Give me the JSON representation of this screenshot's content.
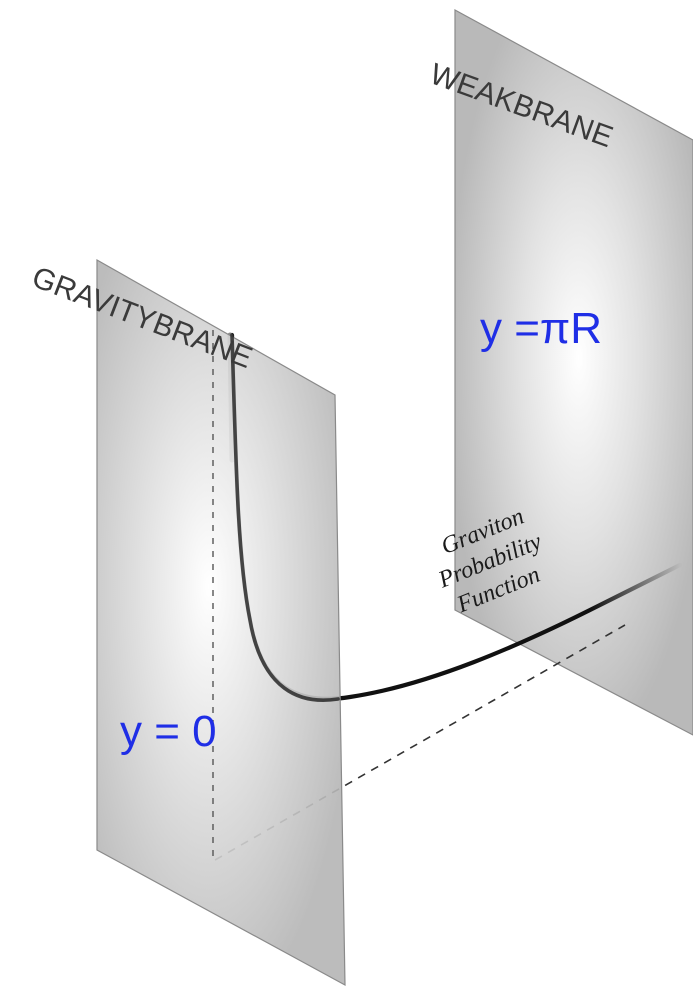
{
  "weak_brane": {
    "title": "WEAKBRANE",
    "coordinate": "y =πR"
  },
  "gravity_brane": {
    "title": "GRAVITYBRANE",
    "coordinate": "y = 0"
  },
  "curve": {
    "label_line1": "Graviton",
    "label_line2": "Probability",
    "label_line3": "Function"
  },
  "colors": {
    "coordinate_text": "#1f2ee6",
    "brane_fill": "#c8c8c8",
    "brane_edge": "#7a7a7a",
    "curve": "#111111"
  }
}
